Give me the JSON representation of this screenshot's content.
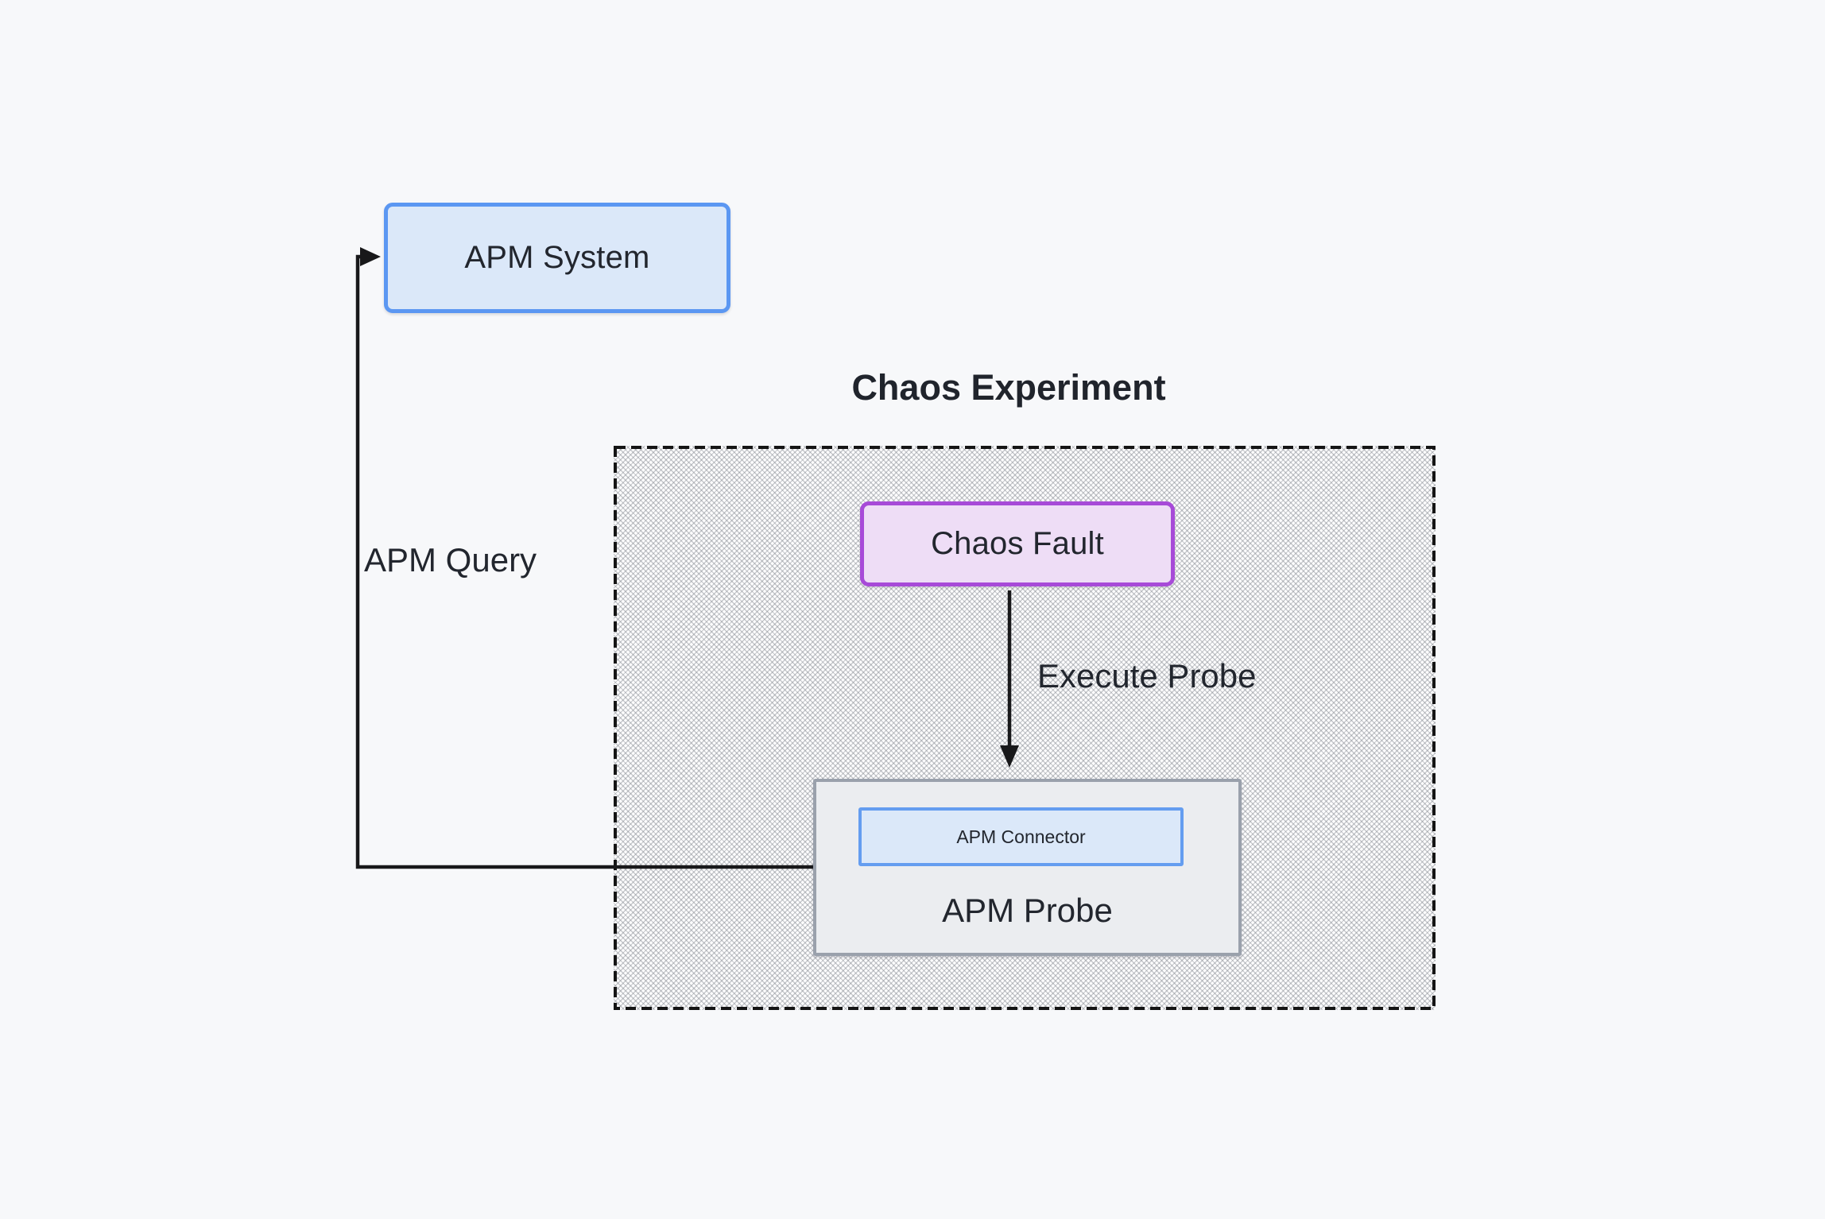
{
  "diagram": {
    "title": "Chaos Experiment",
    "nodes": {
      "apm_system": {
        "label": "APM System"
      },
      "chaos_fault": {
        "label": "Chaos Fault"
      },
      "apm_connector": {
        "label": "APM Connector"
      },
      "apm_probe": {
        "label": "APM Probe"
      }
    },
    "edges": {
      "execute_probe": {
        "label": "Execute Probe"
      },
      "apm_query": {
        "label": "APM Query"
      }
    },
    "colors": {
      "background": "#f7f8fa",
      "blue_fill": "#dbe8f9",
      "blue_border": "#5b97f2",
      "purple_fill": "#eeddf6",
      "purple_border": "#a74ad8",
      "gray_fill": "#ebedf0",
      "gray_border": "#9aa1ac",
      "dashed_border": "#151515",
      "line": "#18181a",
      "text": "#22262e"
    }
  }
}
